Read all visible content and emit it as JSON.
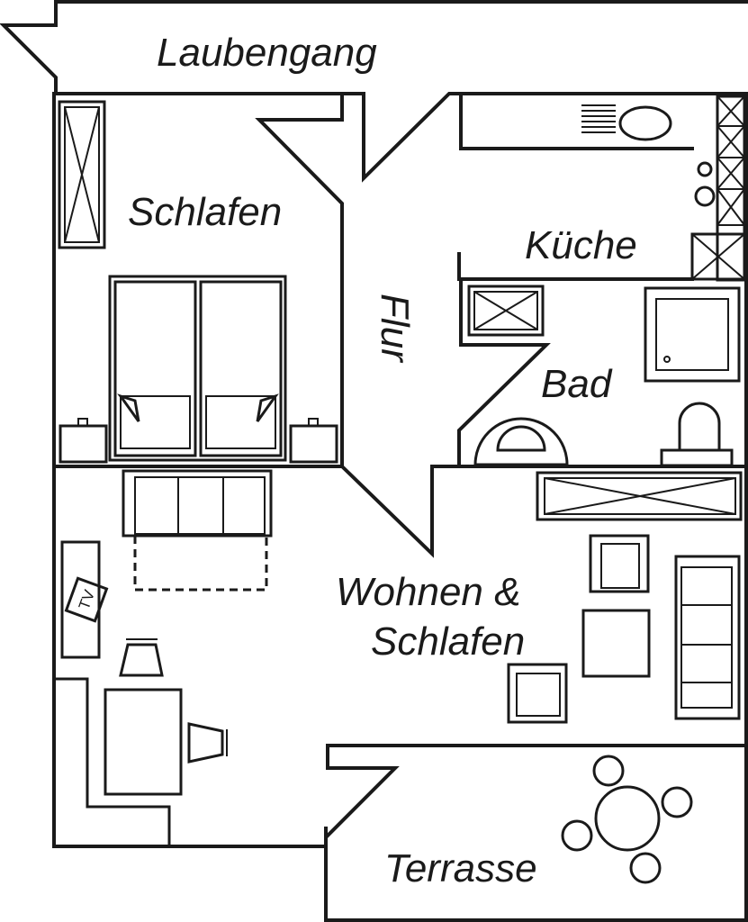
{
  "plan": {
    "rooms": {
      "laubengang": "Laubengang",
      "schlafen": "Schlafen",
      "flur": "Flur",
      "kueche": "Küche",
      "bad": "Bad",
      "wohnen_line1": "Wohnen &",
      "wohnen_line2": "Schlafen",
      "terrasse": "Terrasse"
    },
    "tv_label": "TV",
    "icons": [
      "bed-icon",
      "nightstand-icon",
      "wardrobe-icon",
      "shower-icon",
      "toilet-icon",
      "sink-icon",
      "stove-icon",
      "armchair-icon",
      "sofa-icon",
      "table-icon",
      "chair-icon",
      "tv-icon"
    ]
  }
}
